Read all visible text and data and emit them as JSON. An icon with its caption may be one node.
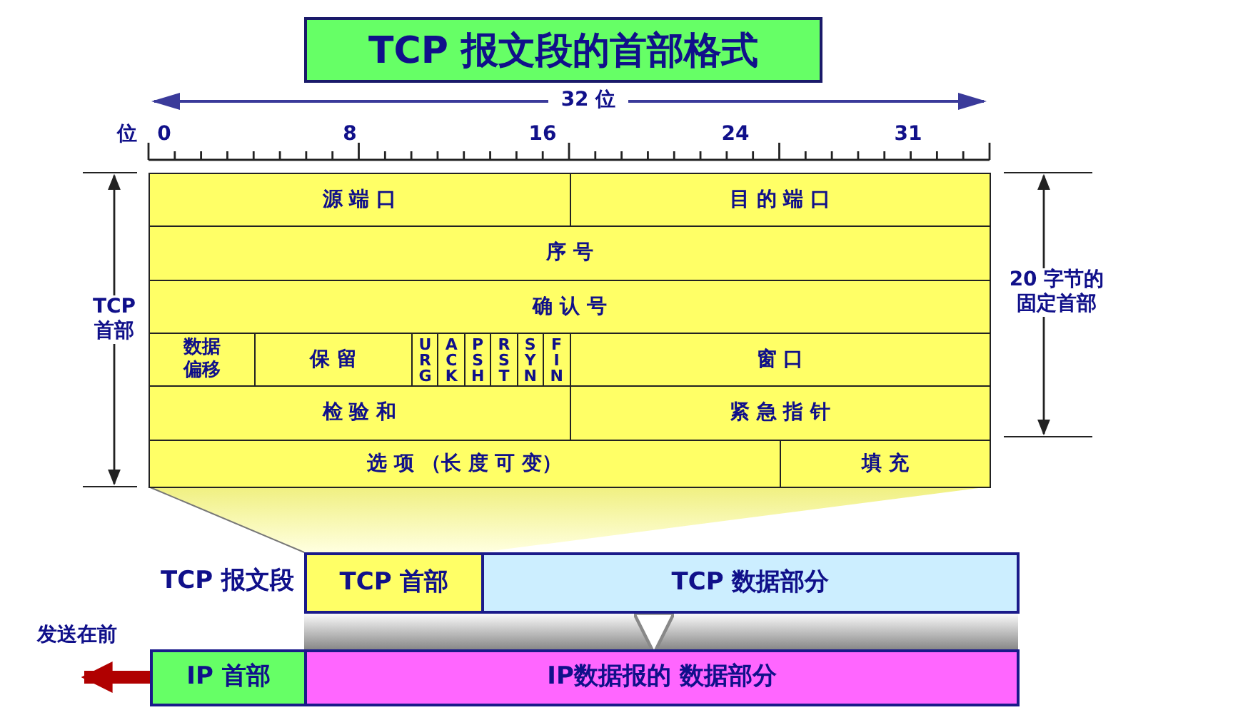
{
  "diagram": {
    "title": "TCP 报文段的首部格式",
    "nodes": [
      {
        "text": [
          "源 端 口"
        ]
      },
      {
        "text": [
          "目 的 端 口"
        ]
      },
      {
        "text": [
          "序 号"
        ]
      },
      {
        "text": [
          "确 认 号"
        ]
      },
      {
        "text": [
          "数据偏移"
        ]
      },
      {
        "text": [
          "保 留"
        ]
      },
      {
        "text": [
          "URG"
        ]
      },
      {
        "text": [
          "ACK"
        ]
      },
      {
        "text": [
          "PSH"
        ]
      },
      {
        "text": [
          "RST"
        ]
      },
      {
        "text": [
          "SYN"
        ]
      },
      {
        "text": [
          "FIN"
        ]
      },
      {
        "text": [
          "窗 口"
        ]
      },
      {
        "text": [
          "检 验 和"
        ]
      },
      {
        "text": [
          "紧 急 指 针"
        ]
      },
      {
        "text": [
          "选 项 （长 度 可 变）"
        ]
      },
      {
        "text": [
          "填 充"
        ]
      },
      {
        "text": [
          "TCP 首部"
        ]
      },
      {
        "text": [
          "TCP 数据部分"
        ]
      },
      {
        "text": [
          "IP 首部"
        ]
      },
      {
        "text": [
          "IP数据报的 数据部分"
        ]
      }
    ],
    "edges": [
      {
        "from": 18,
        "to": 20,
        "arrow": "to"
      },
      {
        "from": 19,
        "to": null,
        "arrow": "to",
        "style": "thick",
        "color": "#b00000"
      }
    ],
    "labels": [
      "32 位",
      "位",
      "0",
      "8",
      "16",
      "24",
      "31",
      "TCP 首部",
      "20 字节的固定首部",
      "TCP 报文段",
      "发送在前"
    ]
  }
}
